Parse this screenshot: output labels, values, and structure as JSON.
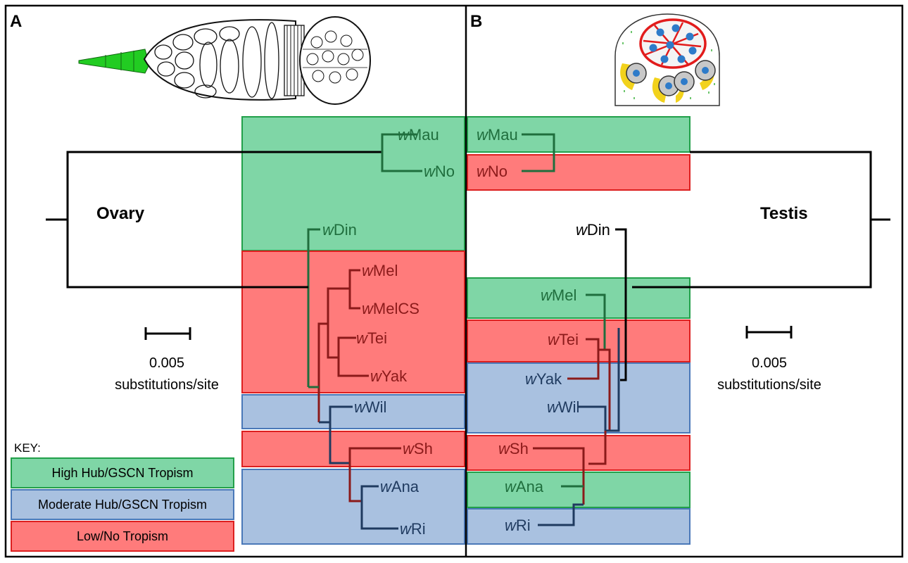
{
  "panels": {
    "a_letter": "A",
    "b_letter": "B"
  },
  "tissues": {
    "ovary": "Ovary",
    "testis": "Testis"
  },
  "scale_bar": {
    "value": "0.005",
    "unit": "substitutions/site"
  },
  "strain_prefix": "w",
  "strains": {
    "mau": "Mau",
    "no": "No",
    "din": "Din",
    "mel": "Mel",
    "melcs": "MelCS",
    "tei": "Tei",
    "yak": "Yak",
    "wil": "Wil",
    "sh": "Sh",
    "ana": "Ana",
    "ri": "Ri"
  },
  "key": {
    "title": "KEY:",
    "high": "High Hub/GSCN Tropism",
    "moderate": "Moderate Hub/GSCN Tropism",
    "low": "Low/No Tropism"
  },
  "colors": {
    "high_fill": "#7fd6a6",
    "high_border": "#22a04a",
    "moderate_fill": "#a9c1e0",
    "moderate_border": "#4a78b8",
    "low_fill": "#ff7b7b",
    "low_border": "#dd1f1f",
    "green_tree": "#1f6e3d",
    "red_tree": "#8b1a1a",
    "blue_tree": "#1f3a5f"
  }
}
